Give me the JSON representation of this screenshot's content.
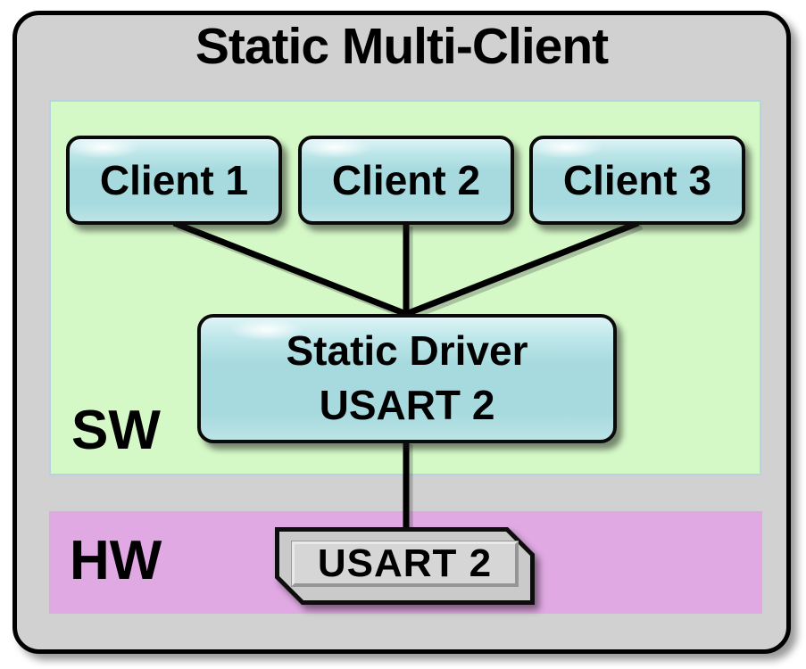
{
  "title": "Static Multi-Client",
  "layers": {
    "software": {
      "label": "SW",
      "clients": [
        {
          "label": "Client 1"
        },
        {
          "label": "Client 2"
        },
        {
          "label": "Client 3"
        }
      ],
      "driver": {
        "title": "Static Driver",
        "subtitle": "USART 2"
      }
    },
    "hardware": {
      "label": "HW",
      "peripheral": {
        "label": "USART 2"
      }
    }
  },
  "connections": [
    {
      "from": "client-1",
      "to": "static-driver"
    },
    {
      "from": "client-2",
      "to": "static-driver"
    },
    {
      "from": "client-3",
      "to": "static-driver"
    },
    {
      "from": "static-driver",
      "to": "usart2-peripheral"
    }
  ],
  "colors": {
    "frame_fill": "#d1d1d1",
    "frame_border": "#000000",
    "sw_fill": "#d4f8c6",
    "sw_border": "#b5d3e0",
    "hw_fill": "#e0a9e3",
    "box_fill": "#a6dade",
    "box_highlight": "#ddf4f6",
    "peripheral_fill": "#cacaca",
    "connector": "#000000",
    "text": "#000000"
  }
}
